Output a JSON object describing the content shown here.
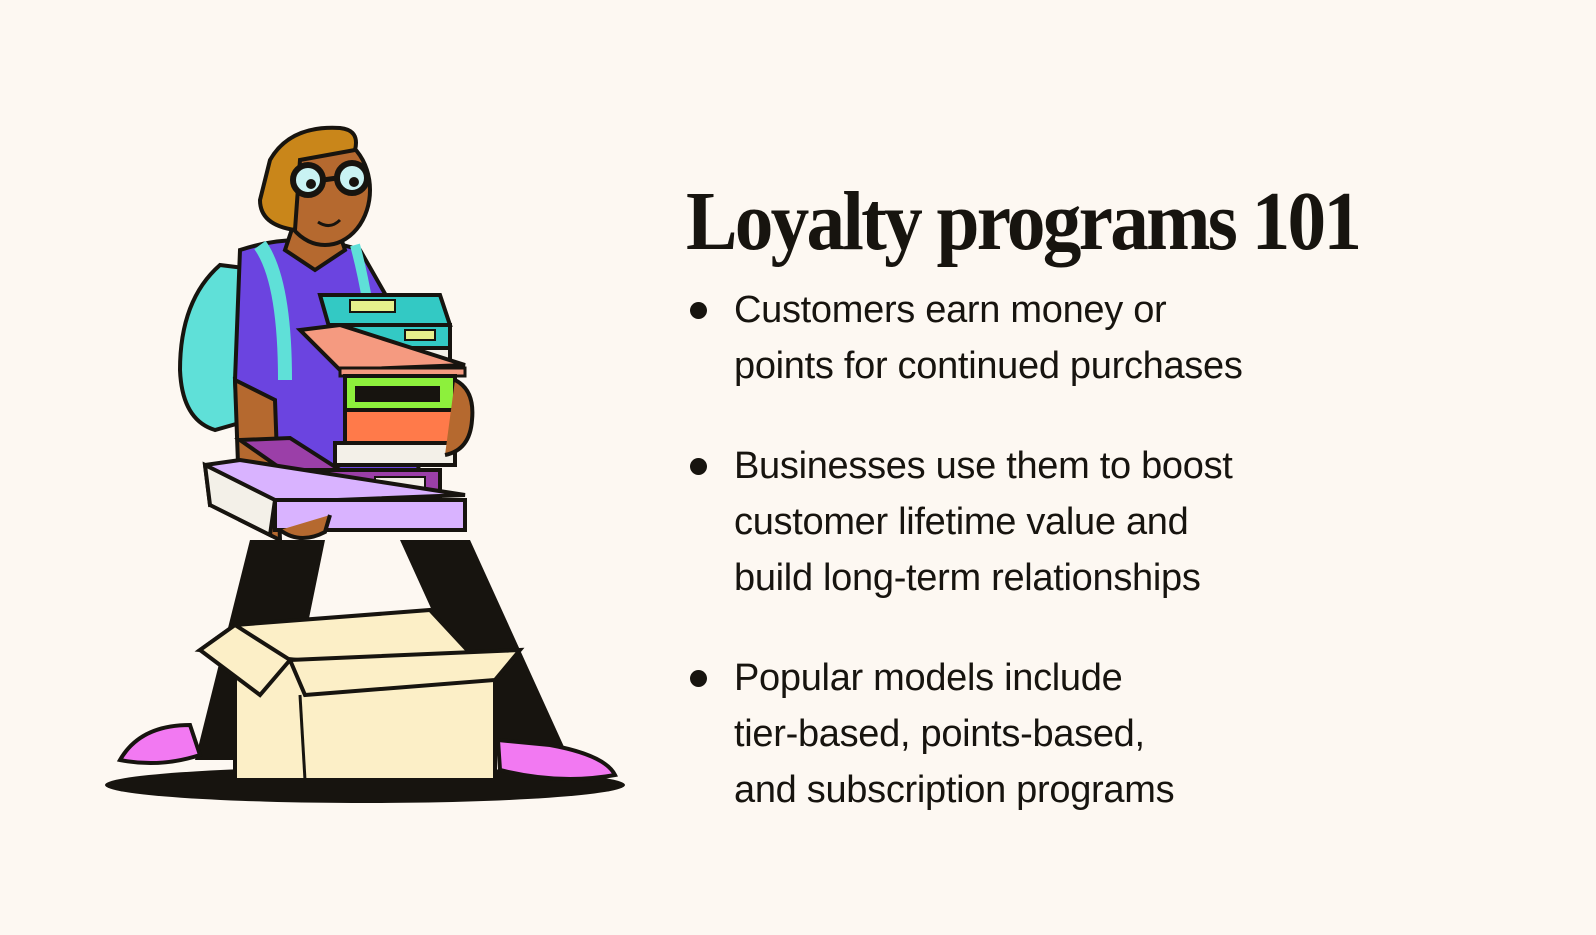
{
  "page": {
    "background": "#fdf8f2",
    "title": "Loyalty programs 101",
    "bullets": [
      {
        "lines": [
          "Customers earn money or",
          "points for continued purchases"
        ]
      },
      {
        "lines": [
          "Businesses use them to boost",
          "customer lifetime value and",
          "build long-term relationships"
        ]
      },
      {
        "lines": [
          "Popular models include",
          "tier-based, points-based,",
          "and subscription programs"
        ]
      }
    ],
    "illustration": {
      "description": "person-with-glasses-carrying-stack-of-books-over-cardboard-box",
      "colors": {
        "skin": "#b5692f",
        "hair": "#c9861a",
        "shirt": "#6b44e0",
        "backpack": "#5fe0d8",
        "book_teal": "#33c9c4",
        "book_salmon": "#f59a80",
        "book_green": "#8df03c",
        "book_orange": "#ff7a4a",
        "book_purple": "#9b3fa8",
        "book_lavender": "#d9b3ff",
        "pants": "#17140f",
        "shoes": "#f279f2",
        "box": "#fcefc7",
        "outline": "#17140f"
      }
    }
  }
}
